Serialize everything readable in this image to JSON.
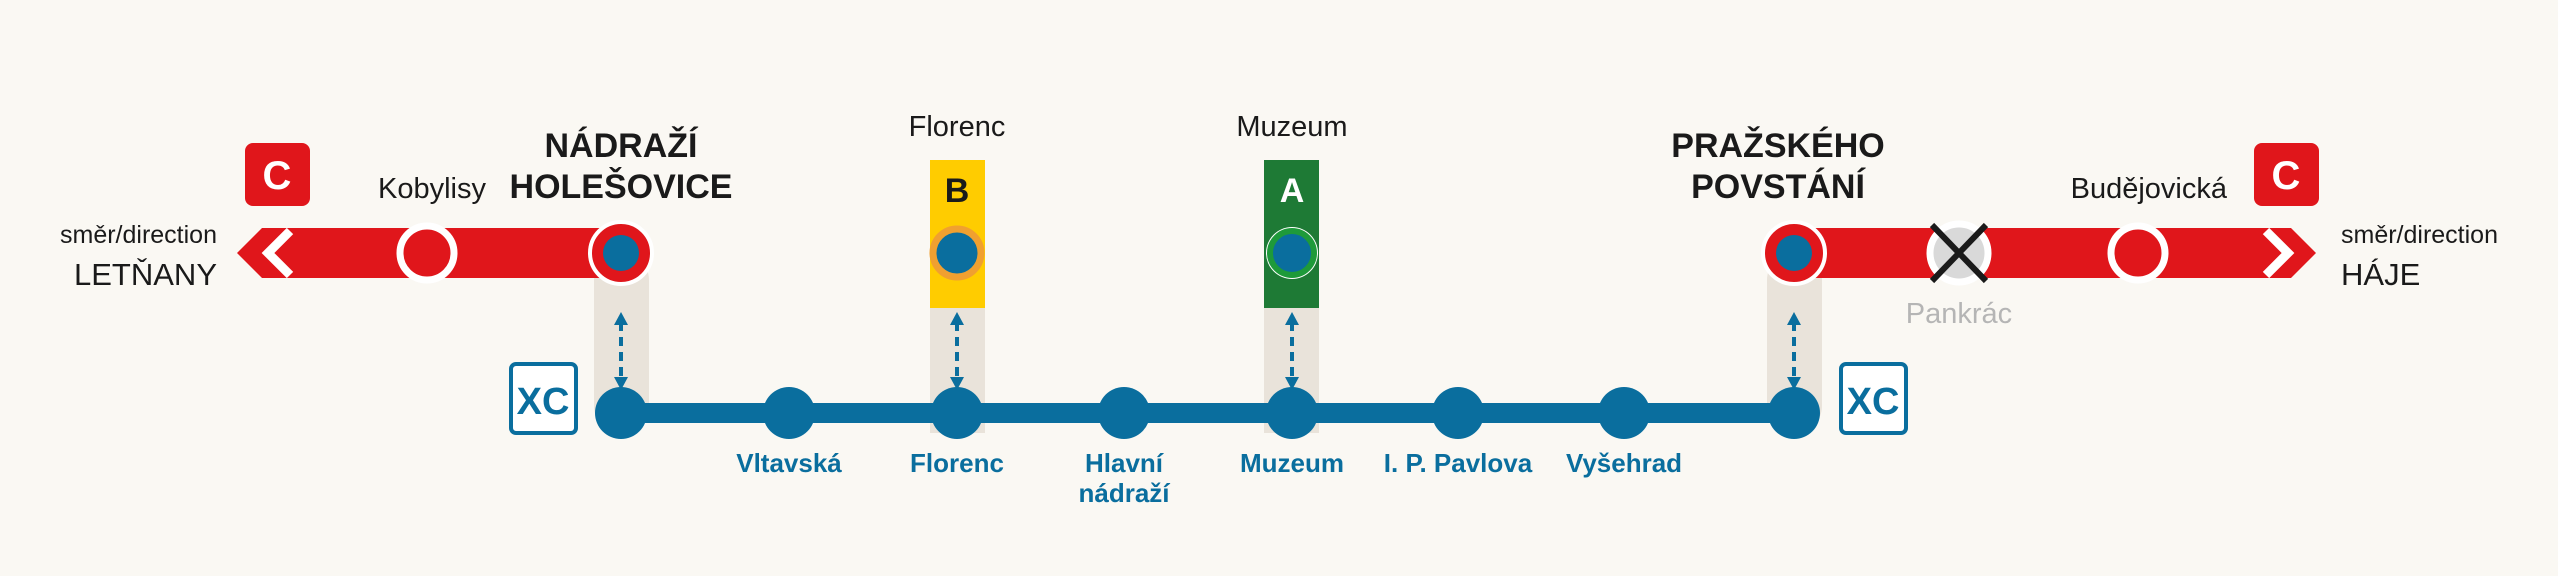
{
  "colors": {
    "line_c": "#e0161b",
    "line_b": "#ffcc00",
    "line_a": "#1e7a35",
    "replacement_bus": "#0a6e9e",
    "background": "#faf8f3",
    "transfer": "#e9e3da"
  },
  "line_badge": "C",
  "direction_label": "směr/direction",
  "left_terminus": "LETŇANY",
  "right_terminus": "HÁJE",
  "metro_stations": {
    "kobylisy": "Kobylisy",
    "holesovice_1": "NÁDRAŽÍ",
    "holesovice_2": "HOLEŠOVICE",
    "prazskeho_1": "PRAŽSKÉHO",
    "prazskeho_2": "POVSTÁNÍ",
    "pankrac": "Pankrác",
    "budejovicka": "Budějovická",
    "florenc": "Florenc",
    "muzeum": "Muzeum"
  },
  "line_b_badge": "B",
  "line_a_badge": "A",
  "bus_badge": "XC",
  "bus_stops": [
    "Vltavská",
    "Florenc",
    "Hlavní",
    "nádraží",
    "Muzeum",
    "I. P. Pavlova",
    "Vyšehrad"
  ]
}
